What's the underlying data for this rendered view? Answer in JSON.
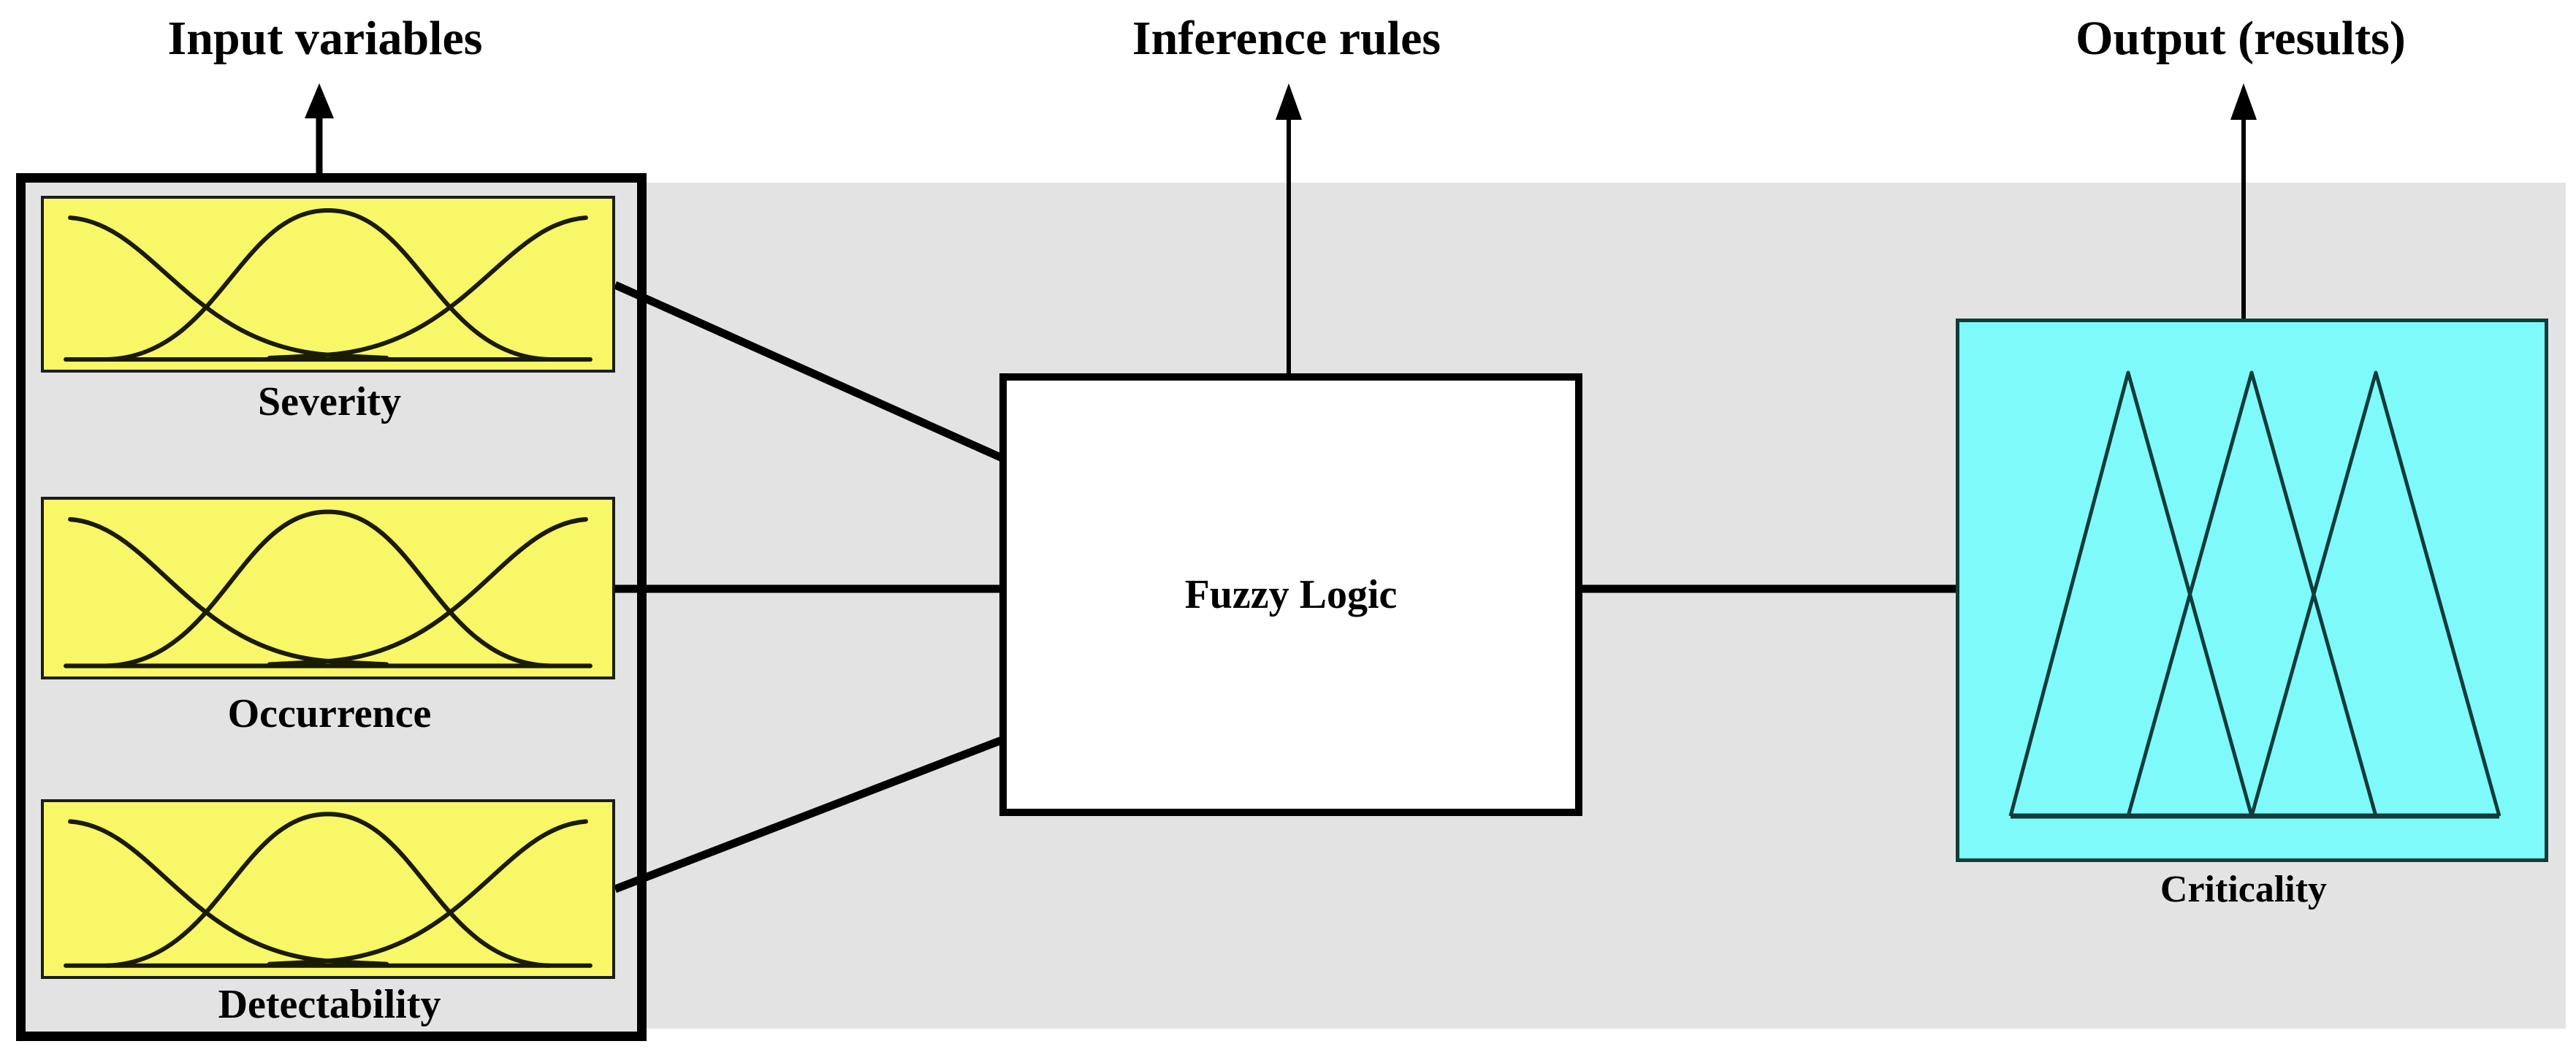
{
  "titles": {
    "input": "Input variables",
    "inference": "Inference rules",
    "output": "Output (results)"
  },
  "input_panel": {
    "variables": [
      "Severity",
      "Occurrence",
      "Detectability"
    ]
  },
  "process": {
    "label": "Fuzzy Logic"
  },
  "output_panel": {
    "label": "Criticality"
  },
  "icons": {
    "up_arrows": [
      "input-up-arrow",
      "inference-up-arrow",
      "output-up-arrow"
    ],
    "membership_plots": "gaussian-curves",
    "output_plot": "triangular-curves"
  },
  "colors": {
    "page_background": "#ffffff",
    "band_background": "#e3e3e3",
    "input_box_fill": "#f7f768",
    "output_box_fill": "#7efafa",
    "line_color": "#000000",
    "membership_curve_color": "#1b1b00",
    "triangle_color": "#123b3b"
  }
}
